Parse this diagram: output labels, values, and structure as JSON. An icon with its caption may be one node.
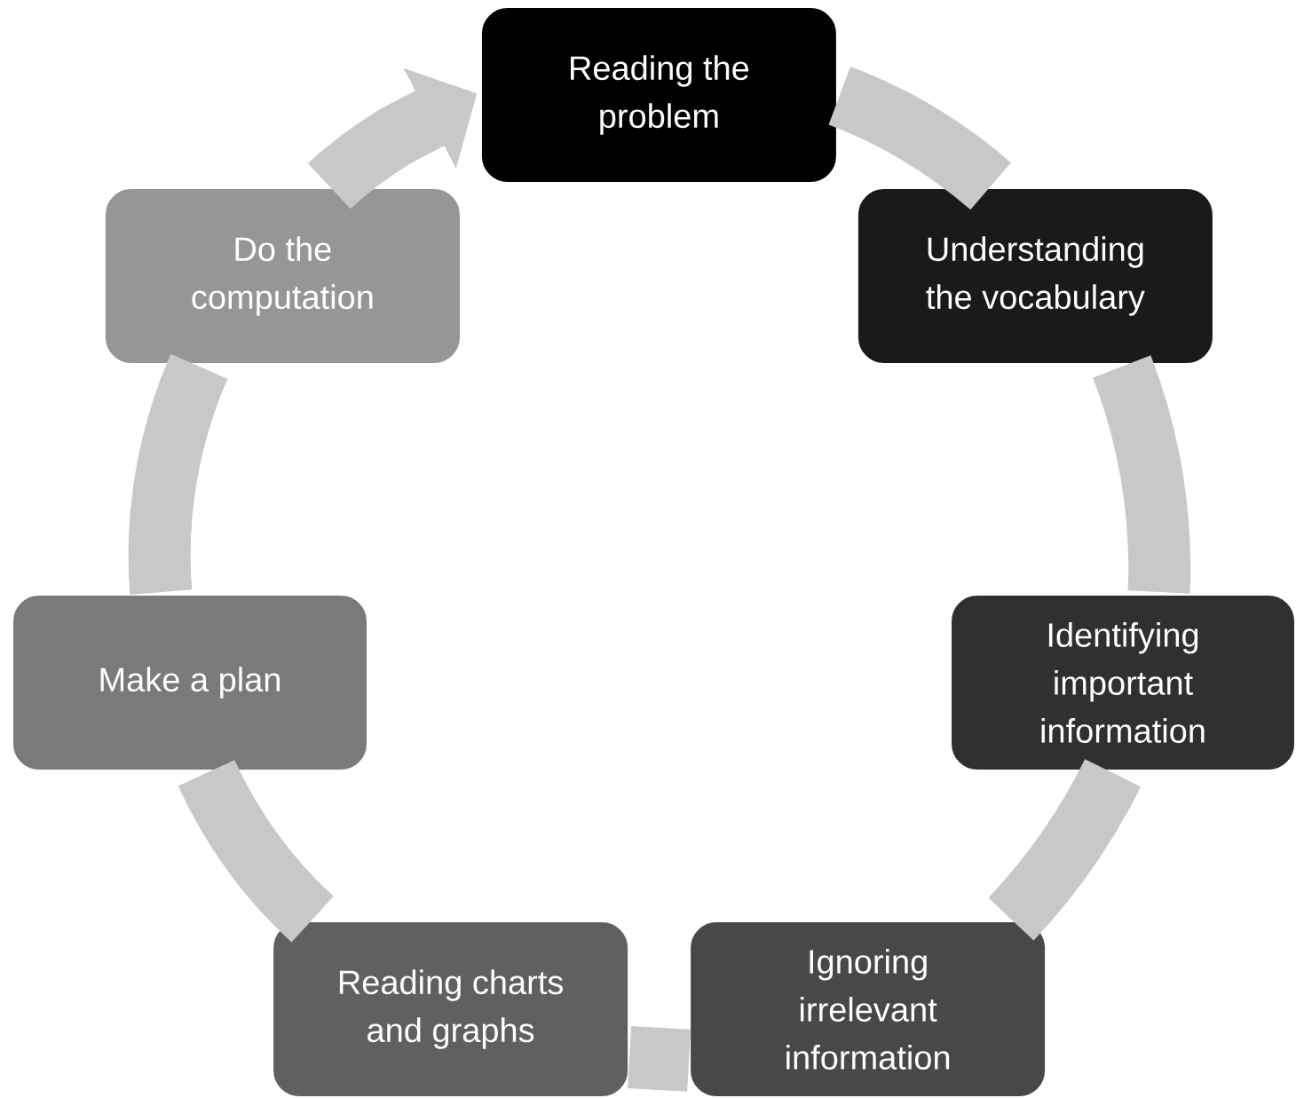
{
  "diagram": {
    "nodes": [
      {
        "text": [
          "Reading the problem"
        ]
      },
      {
        "text": [
          "Understanding the vocabulary"
        ]
      },
      {
        "text": [
          "Identifying important information"
        ]
      },
      {
        "text": [
          "Ignoring irrelevant information"
        ]
      },
      {
        "text": [
          "Reading charts and graphs"
        ]
      },
      {
        "text": [
          "Make a plan"
        ]
      },
      {
        "text": [
          "Do the computation"
        ]
      }
    ],
    "edges": [
      {
        "from": 0,
        "to": 1,
        "arrow": "none"
      },
      {
        "from": 1,
        "to": 2,
        "arrow": "none"
      },
      {
        "from": 2,
        "to": 3,
        "arrow": "none"
      },
      {
        "from": 3,
        "to": 4,
        "arrow": "none"
      },
      {
        "from": 4,
        "to": 5,
        "arrow": "none"
      },
      {
        "from": 5,
        "to": 6,
        "arrow": "none"
      },
      {
        "from": 6,
        "to": 0,
        "arrow": "to"
      }
    ]
  }
}
